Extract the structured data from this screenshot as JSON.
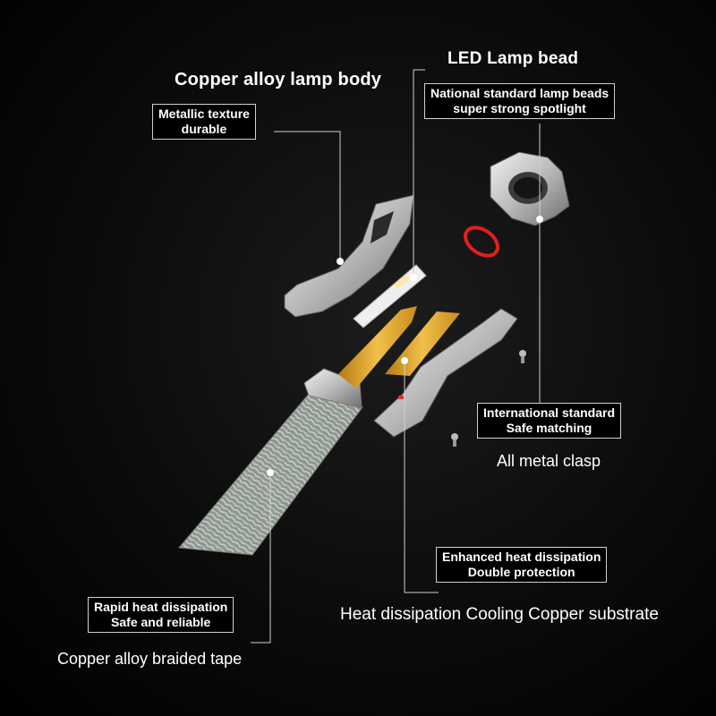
{
  "callouts": {
    "lamp_body": {
      "title": "Copper alloy lamp body",
      "box_line1": "Metallic texture",
      "box_line2": "durable"
    },
    "lamp_bead": {
      "title": "LED Lamp bead",
      "box_line1": "National standard lamp beads",
      "box_line2": "super strong spotlight"
    },
    "metal_clasp": {
      "box_line1": "International standard",
      "box_line2": "Safe matching",
      "caption": "All metal clasp"
    },
    "copper_substrate": {
      "box_line1": "Enhanced heat dissipation",
      "box_line2": "Double protection",
      "caption": "Heat dissipation Cooling Copper substrate"
    },
    "braided_tape": {
      "box_line1": "Rapid heat dissipation",
      "box_line2": "Safe and reliable",
      "caption": "Copper alloy braided tape"
    }
  },
  "colors": {
    "background": "#000000",
    "text": "#ffffff",
    "copper": "#d9a02a",
    "metal": "#c8c8c8",
    "o_ring": "#e0201e",
    "braid": "#9aa39a"
  }
}
